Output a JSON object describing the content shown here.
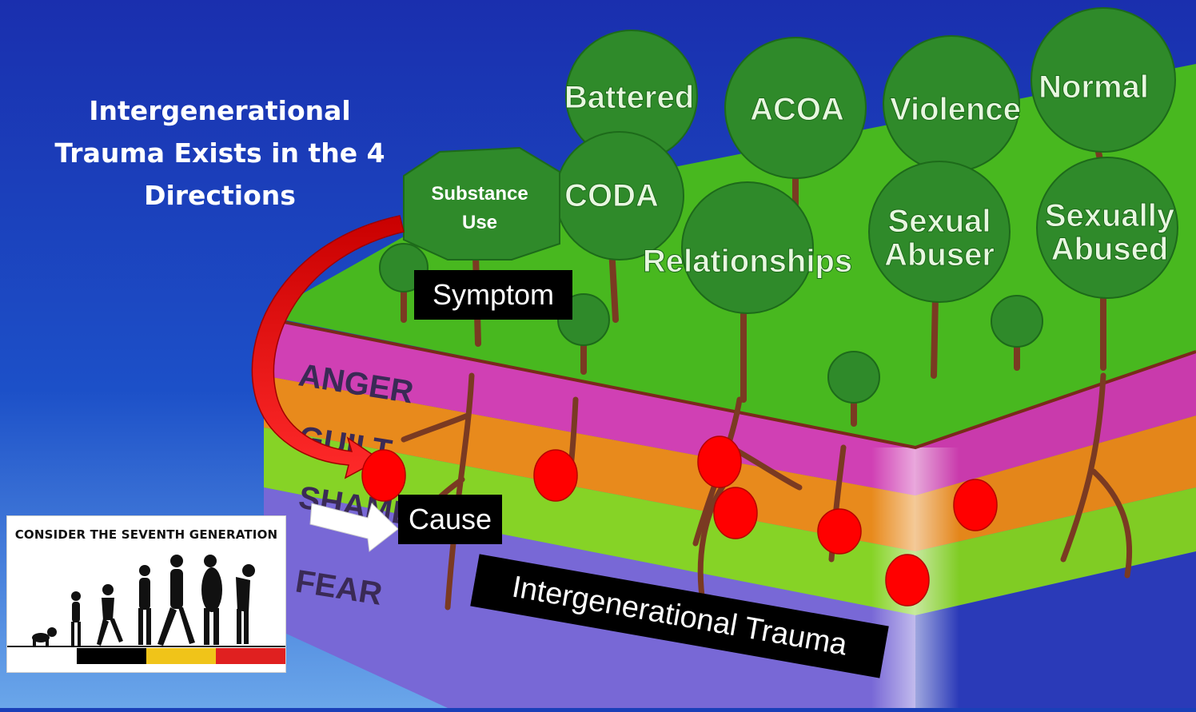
{
  "title_lines": [
    "Intergenerational",
    "Trauma Exists in the 4",
    "Directions"
  ],
  "symptom_tree": "Substance Use",
  "tree_labels": [
    "Battered",
    "ACOA",
    "Violence",
    "Normal",
    "CODA",
    "Relationships",
    "Sexual Abuser",
    "Sexually Abused"
  ],
  "layers": [
    "ANGER",
    "GUILT",
    "SHAME",
    "FEAR"
  ],
  "callouts": {
    "symptom": "Symptom",
    "cause": "Cause",
    "root_label": "Intergenerational Trauma"
  },
  "poster": {
    "title": "CONSIDER THE SEVENTH GENERATION",
    "stripe_colors": [
      "#ffffff",
      "#000000",
      "#f0c419",
      "#e02020"
    ]
  },
  "colors": {
    "sky": "#1a3fb8",
    "grass": "#46b41e",
    "anger": "#d43fb4",
    "guilt": "#e88a1c",
    "shame": "#7ed321",
    "fear": "#7a6ad8",
    "marker": "#ff0000"
  }
}
